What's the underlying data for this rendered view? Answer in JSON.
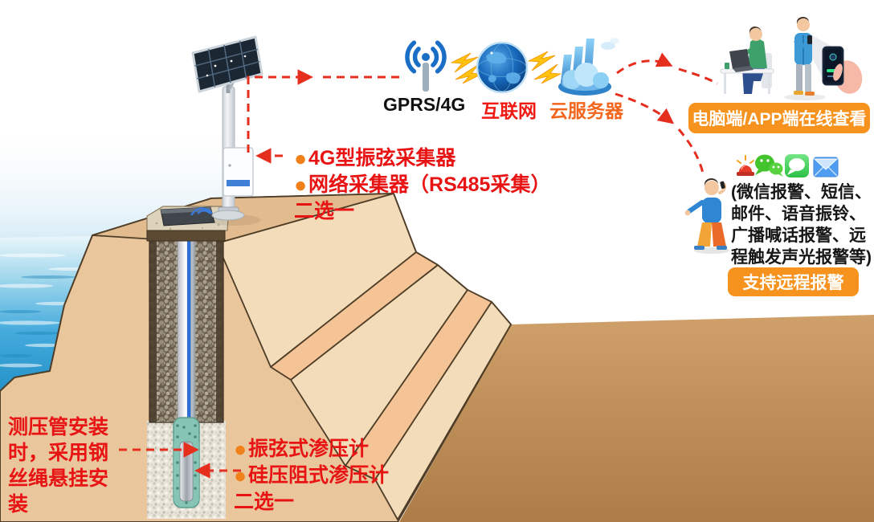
{
  "flow": {
    "gprs_label": "GPRS/4G",
    "internet_label": "互联网",
    "cloud_label": "云服务器"
  },
  "pc_panel": {
    "button_label": "电脑端/APP端在线查看"
  },
  "alarm_panel": {
    "description": "(微信报警、短信、邮件、语音振铃、广播喊话报警、远程触发声光报警等)",
    "button_label": "支持远程报警"
  },
  "collector_note": {
    "option1": "4G型振弦采集器",
    "option2": "网络采集器（RS485采集）",
    "choose": "二选一"
  },
  "sensor_note": {
    "option1": "振弦式渗压计",
    "option2": "硅压阻式渗压计",
    "choose": "二选一"
  },
  "install_note": {
    "text": "测压管安装时，采用钢丝绳悬挂安装"
  },
  "symbols": {
    "bullet": "●"
  },
  "icons": {
    "gprs": "wifi-antenna",
    "internet": "globe",
    "cloud_server": "cloud-with-bars",
    "lightning": "lightning-bolts",
    "siren": "alarm-lamp",
    "wechat": "wechat-bubbles",
    "sms": "message-bubble",
    "mail": "envelope"
  },
  "colors": {
    "annotation_red": "#e81414",
    "bullet_orange": "#f08019",
    "button_orange": "#f6921e",
    "dash_red": "#e62e1e",
    "internet_label_red": "#f01a12",
    "cloud_label_orange": "#f2661d",
    "gprs_label_black": "#111111"
  }
}
